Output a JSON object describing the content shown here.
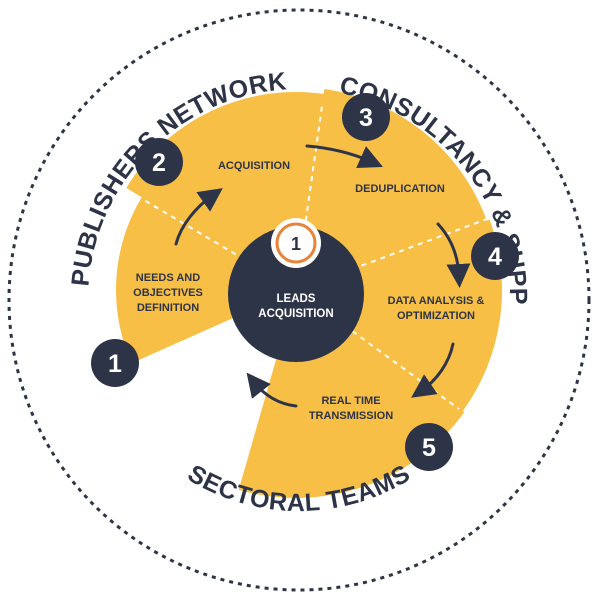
{
  "colors": {
    "accent": "#f7bf45",
    "dark": "#2e3447",
    "orange": "#e8833a",
    "white": "#ffffff"
  },
  "outer_ring": {
    "left": "PUBLISHERS NETWORK",
    "right": "CONSULTANCY & SUPPORT",
    "bottom": "SECTORAL TEAMS"
  },
  "center": {
    "logo": "1",
    "line1": "LEADS",
    "line2": "ACQUISITION"
  },
  "steps": [
    {
      "number": "1",
      "label_lines": [
        "NEEDS AND",
        "OBJECTIVES",
        "DEFINITION"
      ]
    },
    {
      "number": "2",
      "label_lines": [
        "ACQUISITION"
      ]
    },
    {
      "number": "3",
      "label_lines": [
        "DEDUPLICATION"
      ]
    },
    {
      "number": "4",
      "label_lines": [
        "DATA ANALYSIS &",
        "OPTIMIZATION"
      ]
    },
    {
      "number": "5",
      "label_lines": [
        "REAL TIME",
        "TRANSMISSION"
      ]
    }
  ]
}
